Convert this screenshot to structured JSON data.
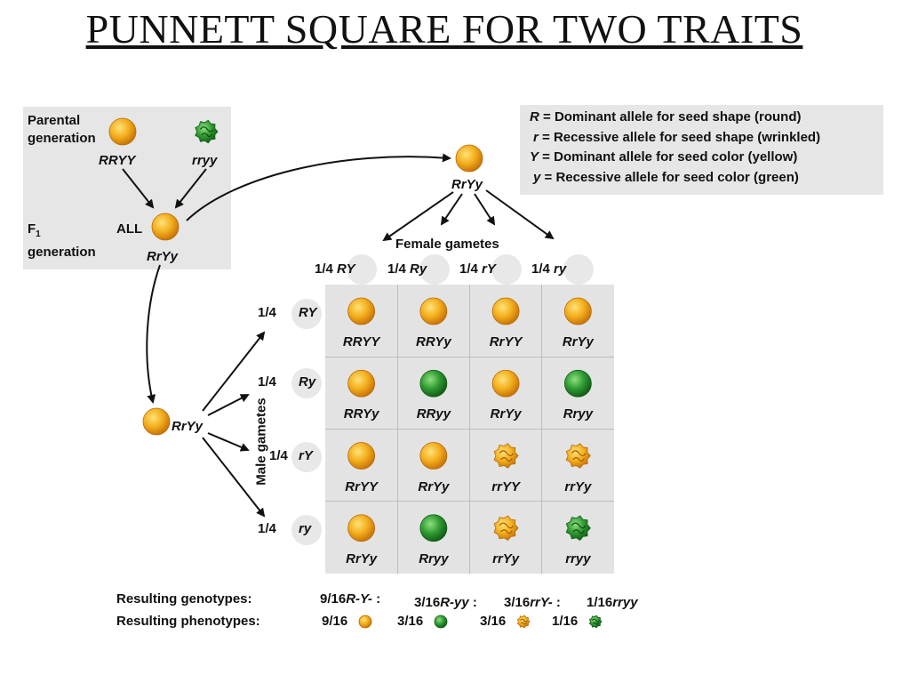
{
  "title": "PUNNETT SQUARE FOR TWO TRAITS",
  "colors": {
    "yellow": "#f2a91a",
    "green": "#2e8b2e",
    "panel": "#e6e6e6"
  },
  "parental": {
    "label_line1": "Parental",
    "label_line2": "generation",
    "parent1": "RRYY",
    "parent2": "rryy"
  },
  "f1": {
    "label": "F",
    "sub": "1",
    "label_line2": "generation",
    "all": "ALL",
    "genotype": "RrYy"
  },
  "female_parent": "RrYy",
  "male_parent": "RrYy",
  "legend": [
    {
      "symbol": "R",
      "text": " = Dominant allele for seed shape (round)"
    },
    {
      "symbol": "r",
      "text": " = Recessive allele for seed shape (wrinkled)"
    },
    {
      "symbol": "Y",
      "text": " = Dominant allele for seed color (yellow)"
    },
    {
      "symbol": "y",
      "text": " = Recessive allele for seed color (green)"
    }
  ],
  "female_gametes_title": "Female gametes",
  "male_gametes_title": "Male gametes",
  "female_gametes": [
    {
      "frac": "1/4",
      "allele": "RY"
    },
    {
      "frac": "1/4",
      "allele": "Ry"
    },
    {
      "frac": "1/4",
      "allele": "rY"
    },
    {
      "frac": "1/4",
      "allele": "ry"
    }
  ],
  "male_gametes": [
    {
      "frac": "1/4",
      "allele": "RY"
    },
    {
      "frac": "1/4",
      "allele": "Ry"
    },
    {
      "frac": "1/4",
      "allele": "rY"
    },
    {
      "frac": "1/4",
      "allele": "ry"
    }
  ],
  "cells": [
    [
      {
        "g": "RRYY",
        "seed": "yellow-round"
      },
      {
        "g": "RRYy",
        "seed": "yellow-round"
      },
      {
        "g": "RrYY",
        "seed": "yellow-round"
      },
      {
        "g": "RrYy",
        "seed": "yellow-round"
      }
    ],
    [
      {
        "g": "RRYy",
        "seed": "yellow-round"
      },
      {
        "g": "RRyy",
        "seed": "green-round"
      },
      {
        "g": "RrYy",
        "seed": "yellow-round"
      },
      {
        "g": "Rryy",
        "seed": "green-round"
      }
    ],
    [
      {
        "g": "RrYY",
        "seed": "yellow-round"
      },
      {
        "g": "RrYy",
        "seed": "yellow-round"
      },
      {
        "g": "rrYY",
        "seed": "yellow-wrinkled"
      },
      {
        "g": "rrYy",
        "seed": "yellow-wrinkled"
      }
    ],
    [
      {
        "g": "RrYy",
        "seed": "yellow-round"
      },
      {
        "g": "Rryy",
        "seed": "green-round"
      },
      {
        "g": "rrYy",
        "seed": "yellow-wrinkled"
      },
      {
        "g": "rryy",
        "seed": "green-wrinkled"
      }
    ]
  ],
  "results": {
    "genotypes_label": "Resulting genotypes:",
    "phenotypes_label": "Resulting phenotypes:",
    "genotypes": [
      {
        "frac": "9/16",
        "geno": "R-Y-",
        "sep": " :"
      },
      {
        "frac": "3/16",
        "geno": "R-yy",
        "sep": " :"
      },
      {
        "frac": "3/16",
        "geno": "rrY-",
        "sep": " :"
      },
      {
        "frac": "1/16",
        "geno": "rryy",
        "sep": ""
      }
    ],
    "phenotypes": [
      {
        "frac": "9/16",
        "seed": "yellow-round"
      },
      {
        "frac": "3/16",
        "seed": "green-round"
      },
      {
        "frac": "3/16",
        "seed": "yellow-wrinkled"
      },
      {
        "frac": "1/16",
        "seed": "green-wrinkled"
      }
    ]
  }
}
